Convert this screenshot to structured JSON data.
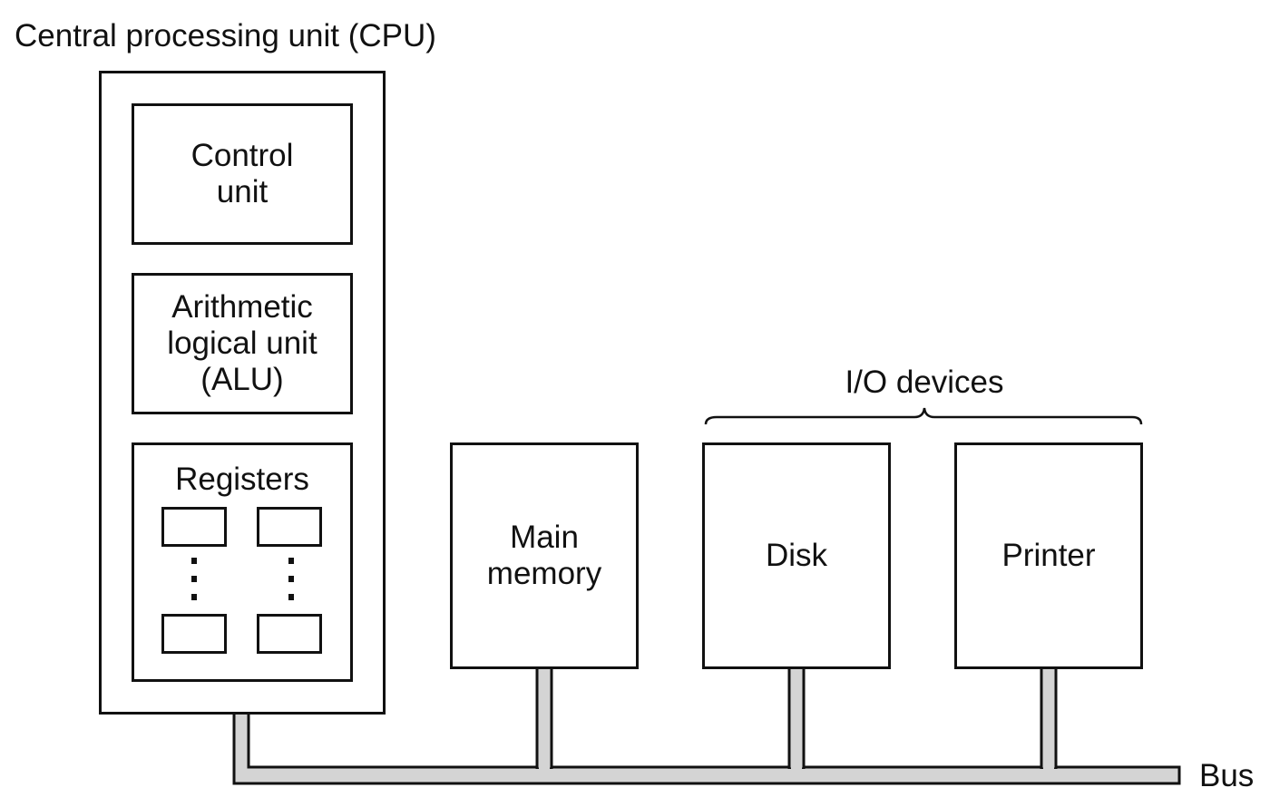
{
  "cpu": {
    "title": "Central processing unit (CPU)",
    "control_unit": {
      "line1": "Control",
      "line2": "unit"
    },
    "alu": {
      "line1": "Arithmetic",
      "line2": "logical unit",
      "line3": "(ALU)"
    },
    "registers": {
      "label": "Registers"
    }
  },
  "main_memory": {
    "line1": "Main",
    "line2": "memory"
  },
  "io_devices": {
    "label": "I/O devices",
    "disk": "Disk",
    "printer": "Printer"
  },
  "bus": {
    "label": "Bus"
  },
  "colors": {
    "line": "#111111",
    "bus_fill": "#d4d4d4",
    "background": "#ffffff"
  }
}
